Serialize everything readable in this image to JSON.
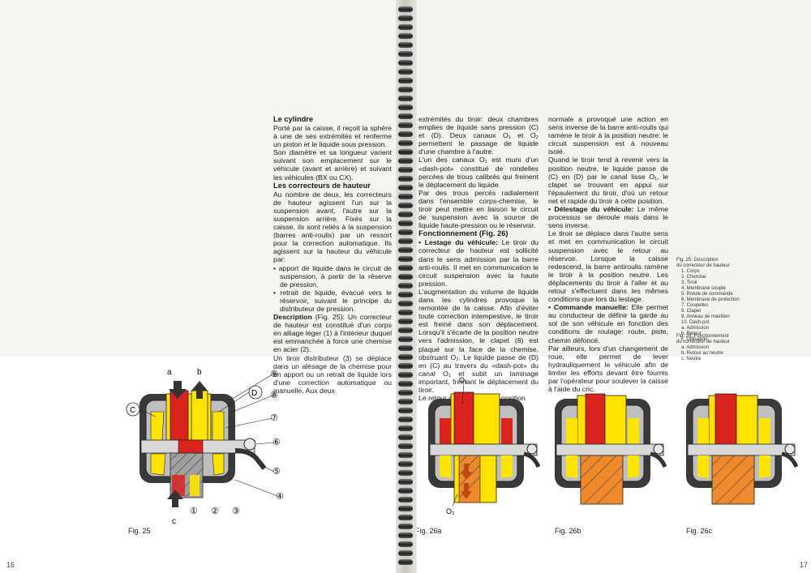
{
  "pages": {
    "left_number": "16",
    "right_number": "17"
  },
  "columns": [
    {
      "id": "col1",
      "blocks": [
        {
          "kind": "heading",
          "text": "Le cylindre"
        },
        {
          "kind": "p",
          "text": "Porté par la caisse, il reçoit la sphère à une de ses extrémités et renferme un piston et le liquide sous pression."
        },
        {
          "kind": "p",
          "text": "Son diamètre et sa longueur varient suivant son emplacement sur le véhicule (avant et arrière) et suivant les véhicules (BX ou CX)."
        },
        {
          "kind": "heading",
          "text": "Les correcteurs de hauteur"
        },
        {
          "kind": "p",
          "text": "Au nombre de deux, les correcteurs de hauteur agissent l'un sur la suspension avant, l'autre sur la suspension arrière. Fixés sur la caisse, ils sont reliés à la suspension (barres anti-roulis) par un ressort pour la correction automatique. Ils agissent sur la hauteur du véhicule par:"
        },
        {
          "kind": "bullet",
          "text": "• apport de liquide dans le circuit de suspension, à partir de la réserve de pression,"
        },
        {
          "kind": "bullet",
          "text": "• retrait de liquide, évacué vers le réservoir, suivant le principe du distributeur de pression."
        },
        {
          "kind": "p",
          "lead": "Description",
          "text": " (Fig. 25): Un correcteur de hauteur est constitué d'un corps en alliage léger (1) à l'intérieur duquel est emmanchée à force une chemise en acier (2)."
        },
        {
          "kind": "p",
          "text": "Un tiroir distributeur (3) se déplace dans un alésage de la chemise pour un apport ou un retrait de liquide lors d'une correction automatique ou manuelle. Aux deux"
        }
      ]
    },
    {
      "id": "col2",
      "blocks": [
        {
          "kind": "p",
          "text": "extrémités du tiroir: deux chambres emplies de liquide sans pression (C) et (D). Deux canaux O₁ et O₂ permettent le passage de liquide d'une chambre à l'autre."
        },
        {
          "kind": "p",
          "text": "L'un des canaux O₁ est muni d'un «dash-pot» constitué de rondelles percées de trous calibrés qui freinent le déplacement du liquide."
        },
        {
          "kind": "p",
          "text": "Par des trous percés radialement dans l'ensemble corps-chemise, le tiroir peut mettre en liaison le circuit de suspension avec la source de liquide haute-pression ou le réservoir."
        },
        {
          "kind": "heading",
          "text": "Fonctionnement (Fig. 26)"
        },
        {
          "kind": "p",
          "lead": "• Lestage du véhicule:",
          "text": " Le tiroir du correcteur de hauteur est sollicité dans le sens admission par la barre anti-roulis. Il met en communication le circuit suspension avec la haute pression."
        },
        {
          "kind": "p",
          "text": "L'augmentation du volume de liquide dans les cylindres provoque la remontée de la caisse. Afin d'éviter toute correction intempestive, le tiroir est freiné dans son déplacement. Lorsqu'il s'écarte de la position neutre vers l'admission, le clapet (8) est plaqué sur la face de la chemise, obstruant O₂. Le liquide passe de (D) en (C) au travers du «dash-pot» du canal O₁ et subit un laminage important, freinant le déplacement du tiroir."
        },
        {
          "kind": "p",
          "text": "Le retour de la caisse à la position"
        }
      ]
    },
    {
      "id": "col3",
      "blocks": [
        {
          "kind": "p",
          "text": "normale a provoqué une action en sens inverse de la barre anti-roulis qui ramène le tiroir à la position neutre: le circuit suspension est à nouveau isolé."
        },
        {
          "kind": "p",
          "text": "Quand le tiroir tend à revenir vers la position neutre, le liquide passe de (C) en (D) par le canal lisse O₁, le clapet se trouvant en appui sur l'épaulement du tiroir, d'où un retour net et rapide du tiroir à cette position."
        },
        {
          "kind": "p",
          "lead": "• Délestage du véhicule:",
          "text": " Le même processus se déroule mais dans le sens inverse."
        },
        {
          "kind": "p",
          "text": "Le tiroir se déplace dans l'autre sens et met en communication le circuit suspension avec le retour au réservoir. Lorsque la caisse redescend, la barre antiroulis ramène le tiroir à la position neutre. Les déplacements du tiroir à l'aller et au retour s'effectuent dans les mêmes conditions que lors du lestage."
        },
        {
          "kind": "p",
          "lead": "• Commande manuelle:",
          "text": " Elle permet au conducteur de définir la garde au sol de son véhicule en fonction des conditions de roulage: route, piste, chemin défoncé."
        },
        {
          "kind": "p",
          "text": "Par ailleurs, lors d'un changement de roue, elle permet de lever hydrauliquement le véhicule afin de limiter les efforts devant être fournis par l'opérateur pour soulever la caisse à l'aide du cric."
        }
      ]
    }
  ],
  "caption25": {
    "title": [
      "Fig. 25: Description",
      "du correcteur de hauteur"
    ],
    "items": [
      "1. Corps",
      "2. Chemise",
      "3. Tiroir",
      "4. Membrane souple",
      "5. Rotule de commande",
      "6. Membrane de protection",
      "7. Coupelles",
      "8. Clapet",
      "9. Anneau de maintien",
      "10. Dash-pot",
      "a. Admission",
      "b. Retour",
      "c. Utilisation"
    ]
  },
  "caption26": {
    "title": [
      "Fig. 26: Fonctionnement",
      "du correcteur de hauteur"
    ],
    "items": [
      "a. Admission",
      "b. Retour au neutre",
      "c. Neutre"
    ]
  },
  "figures": {
    "fig25": {
      "label": "Fig. 25",
      "letters": {
        "a": "a",
        "b": "b",
        "c": "c",
        "C": "C",
        "D": "D"
      },
      "numbers": {
        "n1": "①",
        "n2": "②",
        "n3": "③",
        "n4": "④",
        "n5": "⑤",
        "n6": "⑥",
        "n7": "⑦",
        "n8": "⑧",
        "n9": "⑨"
      }
    },
    "fig26a": {
      "label": "Fig. 26a",
      "o1": "O₁",
      "o2": "O₂"
    },
    "fig26b": {
      "label": "Fig. 26b"
    },
    "fig26c": {
      "label": "Fig. 26c"
    }
  },
  "colors": {
    "red": "#d8231f",
    "orange": "#ee8a2c",
    "yellow": "#ffe400",
    "metal": "#bfbfbf",
    "body": "#3a3a3a"
  }
}
